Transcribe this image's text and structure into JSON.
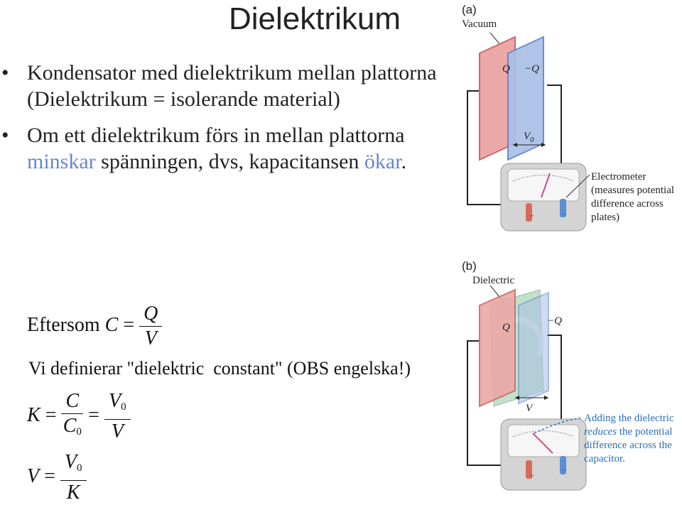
{
  "title": "Dielektrikum",
  "bullets": [
    {
      "text": "Kondensator med dielektrikum mellan plattorna (Dielektrikum = isolerande material)"
    },
    {
      "text_before": "Om ett dielektrikum förs in mellan plattorna ",
      "highlight_1": "minskar",
      "text_middle": " spänningen, dvs, kapacitansen ",
      "highlight_2": "ökar",
      "text_after": "."
    }
  ],
  "formulas": {
    "eftersom_label": "Eftersom",
    "c_symbol": "C",
    "equals": "=",
    "q_symbol": "Q",
    "v_symbol": "V",
    "definition_text": "Vi definierar \"dielektric  constant\" (OBS engelska!)",
    "k_symbol": "K",
    "c0_base": "C",
    "v0_base": "V",
    "zero_sub": "0"
  },
  "figure": {
    "panel_a": {
      "label": "(a)",
      "vacuum_label": "Vacuum",
      "q_pos": "Q",
      "q_neg": "−Q",
      "v0_label": "V",
      "v0_sub": "0",
      "electrometer_text": "Electrometer (measures potential difference across plates)",
      "plus_sign": "+",
      "minus_sign": "−"
    },
    "panel_b": {
      "label": "(b)",
      "dielectric_label": "Dielectric",
      "q_pos": "Q",
      "q_neg": "−Q",
      "v_label": "V",
      "callout_line1": "Adding the dielectric",
      "callout_reduces": "reduces",
      "callout_line2_rest": " the potential",
      "callout_line3": "difference across the",
      "callout_line4": "capacitor.",
      "plus_sign": "+",
      "minus_sign": "−"
    }
  },
  "colors": {
    "accent_text": "#6688cc",
    "positive_plate": "#eba8a6",
    "negative_plate": "#a9bfe6",
    "dielectric": "#bfe0c8",
    "callout": "#2b6fbf"
  }
}
